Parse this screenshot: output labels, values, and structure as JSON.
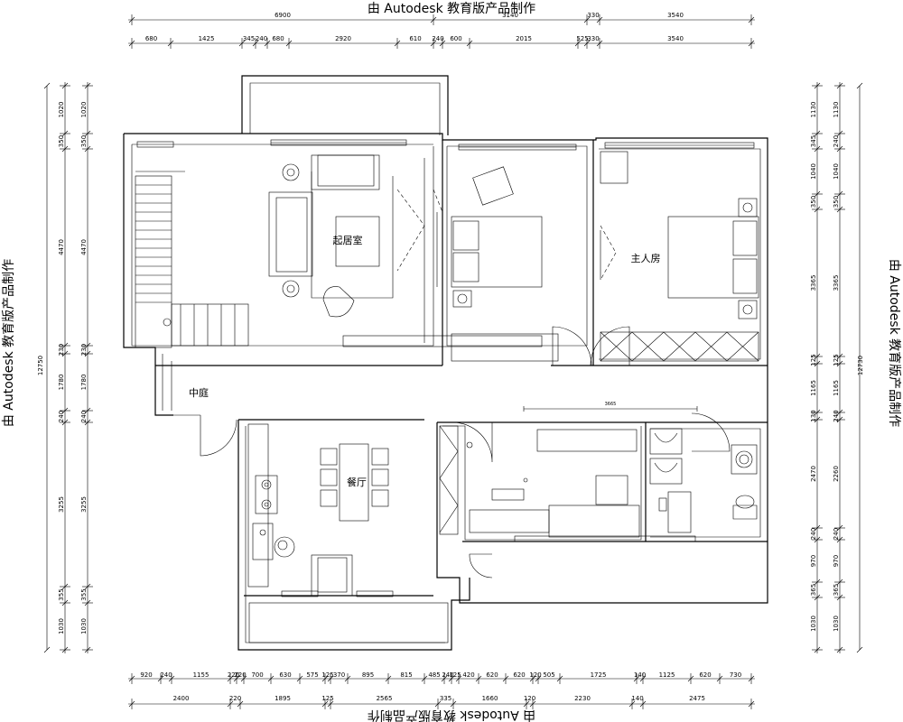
{
  "watermark": {
    "top": "由 Autodesk 教育版产品制作",
    "bottom": "由 Autodesk 教育版产品制作",
    "left": "由 Autodesk 教育版产品制作",
    "right": "由 Autodesk 教育版产品制作"
  },
  "rooms": {
    "living": "起居室",
    "bedroom": "主人房",
    "courtyard": "中庭",
    "dining": "餐厅"
  },
  "dims": {
    "top_outer": [
      "6900",
      "3140",
      "330",
      "3540"
    ],
    "top_inner": [
      "680",
      "1425",
      "345",
      "240",
      "680",
      "2920",
      "610",
      "240",
      "600",
      "2015",
      "525",
      "330",
      "3540"
    ],
    "bottom_inner": [
      "920",
      "240",
      "1155",
      "220",
      "220",
      "700",
      "630",
      "575",
      "125",
      "370",
      "895",
      "815",
      "485",
      "240",
      "125",
      "420",
      "620",
      "620",
      "120",
      "505",
      "1725",
      "140",
      "1125",
      "620",
      "730"
    ],
    "bottom_outer": [
      "2400",
      "220",
      "1895",
      "125",
      "2565",
      "335",
      "1660",
      "120",
      "2230",
      "140",
      "2475"
    ],
    "left_outer": [
      "1020",
      "350",
      "4470",
      "230",
      "1780",
      "240",
      "3255",
      "355",
      "1030"
    ],
    "left_total": "12750",
    "right_outer": [
      "1130",
      "345",
      "1040",
      "350",
      "3365",
      "125",
      "1165",
      "130",
      "2470",
      "240",
      "970",
      "365",
      "1030"
    ],
    "right_inner": [
      "1130",
      "240",
      "1040",
      "350",
      "3365",
      "125",
      "1165",
      "240",
      "2260",
      "240",
      "970",
      "365",
      "1030"
    ],
    "right_total": "12730",
    "interior_small": "3665"
  }
}
